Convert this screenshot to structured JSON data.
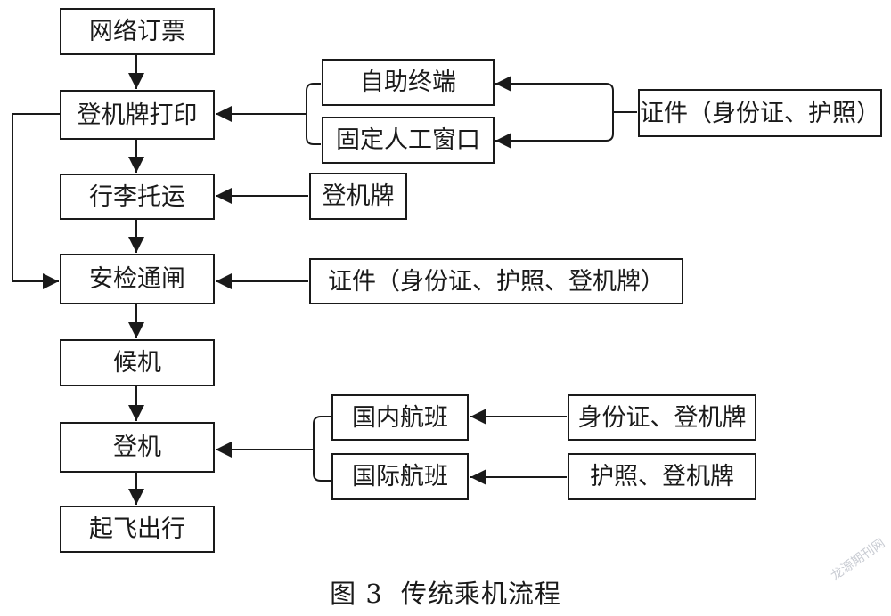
{
  "flow": {
    "online_booking": "网络订票",
    "boarding_pass_print": "登机牌打印",
    "baggage_checkin": "行李托运",
    "security_gate": "安检通闸",
    "waiting": "候机",
    "boarding": "登机",
    "departure": "起飞出行"
  },
  "print_channels": {
    "self_service": "自助终端",
    "manual_counter": "固定人工窗口",
    "requirement": "证件（身份证、护照）"
  },
  "baggage_requirement": "登机牌",
  "security_requirement": "证件（身份证、护照、登机牌）",
  "flight_types": {
    "domestic": "国内航班",
    "domestic_requirement": "身份证、登机牌",
    "international": "国际航班",
    "international_requirement": "护照、登机牌"
  },
  "caption": {
    "figure_no": "图 3",
    "title": "传统乘机流程"
  },
  "watermark": "龙源期刊网"
}
